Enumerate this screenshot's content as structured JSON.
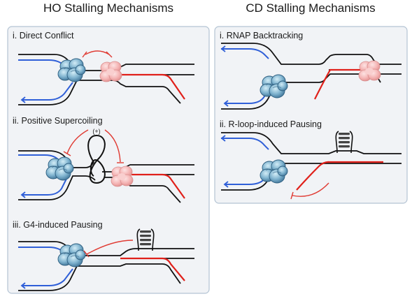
{
  "left_panel": {
    "title": "HO Stalling Mechanisms",
    "sections": [
      {
        "label": "i. Direct Conflict"
      },
      {
        "label": "ii. Positive Supercoiling",
        "supercoil_sign": "(+)"
      },
      {
        "label": "iii. G4-induced Pausing"
      }
    ]
  },
  "right_panel": {
    "title": "CD Stalling Mechanisms",
    "sections": [
      {
        "label": "i. RNAP Backtracking"
      },
      {
        "label": "ii. R-loop-induced Pausing"
      }
    ]
  },
  "colors": {
    "dna": "#111111",
    "nascent_leading": "#2f5fd8",
    "rna": "#e0201a",
    "inhibition": "#e03a32",
    "replisome": "#4f8fb5",
    "rnap": "#f1b1b1",
    "panel_bg": "#f1f3f6",
    "panel_border": "#b3c3d3"
  },
  "icons": [
    "replisome-icon",
    "rnap-icon",
    "g-quadruplex-icon",
    "inhibition-arrow-icon"
  ]
}
